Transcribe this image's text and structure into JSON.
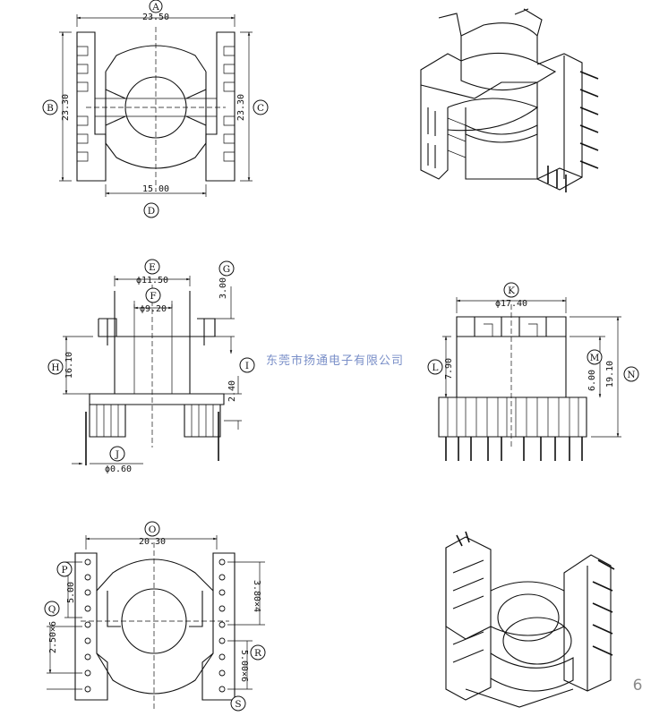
{
  "top_view": {
    "width_dim": "23.50",
    "left_height_dim": "23.30",
    "right_height_dim": "23.30",
    "bottom_dim": "15.00",
    "labels": {
      "a": "A",
      "b": "B",
      "c": "C",
      "d": "D"
    }
  },
  "side_view": {
    "outer_dia_dim": "ϕ11.50",
    "inner_dia_dim": "ϕ9.20",
    "flange_dim": "3.00",
    "height_dim": "16.10",
    "pin_len_dim": "2.40",
    "pin_dia_dim": "ϕ0.60",
    "labels": {
      "e": "E",
      "f": "F",
      "g": "G",
      "h": "H",
      "i": "I",
      "j": "J"
    }
  },
  "front_view": {
    "width_dim": "ϕ17.40",
    "upper_dim": "7.90",
    "body_dim": "6.00",
    "total_dim": "19.10",
    "labels": {
      "k": "K",
      "l": "L",
      "m": "M",
      "n": "N"
    }
  },
  "bottom_view": {
    "width_dim": "20.30",
    "offset_dim": "5.00",
    "left_pitch_dim": "2.50×6",
    "right_pitch_dim": "3.80×4",
    "right_pitch2_dim": "5.00×6",
    "labels": {
      "o": "O",
      "p": "P",
      "q": "Q",
      "r": "R",
      "s": "S"
    }
  },
  "watermark": "东莞市扬通电子有限公司",
  "page_number": "6"
}
